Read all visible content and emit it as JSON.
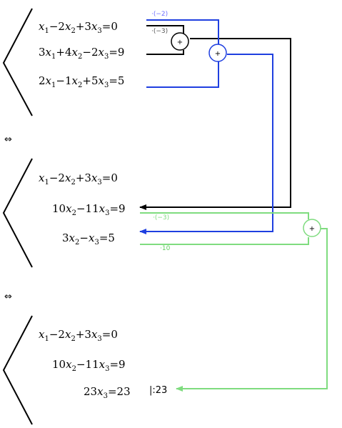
{
  "blocks": [
    {
      "equations": [
        "x_1-2x_2+3x_3=0",
        "3x_1+4x_2-2x_3=9",
        "2x_1-1x_2+5x_3=5"
      ]
    },
    {
      "equations": [
        "x_1-2x_2+3x_3=0",
        "10x_2-11x_3=9",
        "3x_2-x_3=5"
      ]
    },
    {
      "equations": [
        "x_1-2x_2+3x_3=0",
        "10x_2-11x_3=9",
        "23x_3=23"
      ]
    }
  ],
  "equivalence_symbol": "⇔",
  "multipliers": {
    "blue": "·(−2)",
    "black": "·(−3)",
    "green_a": "·(−3)",
    "green_b": "·10"
  },
  "plus_symbol": "+",
  "division_note": "|:23",
  "colors": {
    "black": "#000000",
    "blue": "#1f3fe0",
    "green": "#7fdc7f",
    "blue_text": "#6f6fff",
    "black_text": "#555555"
  }
}
